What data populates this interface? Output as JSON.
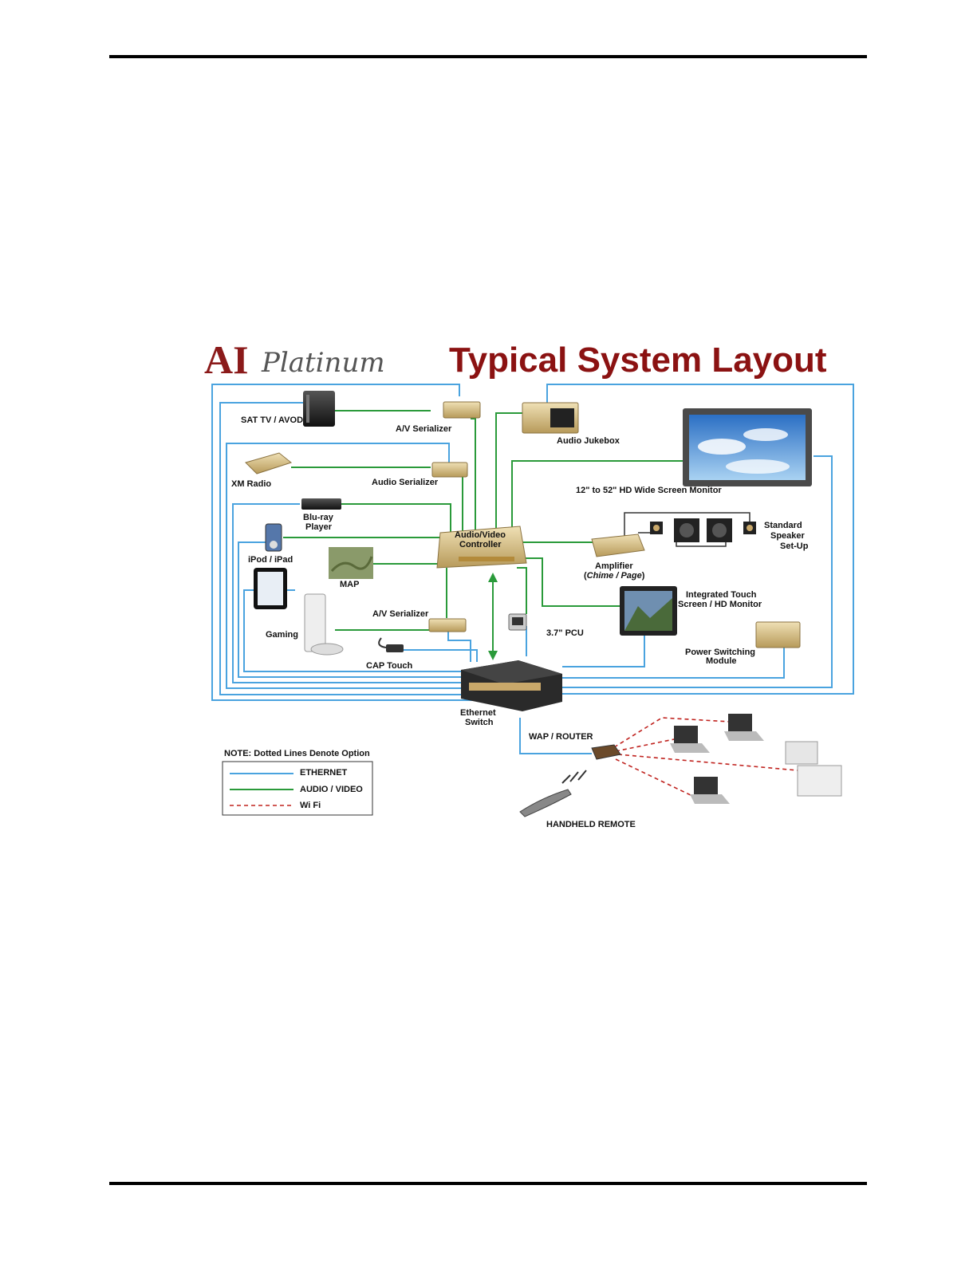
{
  "diagram": {
    "brand": "AI",
    "brand_script": "Platinum",
    "title": "Typical System Layout",
    "devices": {
      "sat_tv": "SAT TV / AVOD",
      "av_serializer_top": "A/V Serializer",
      "audio_jukebox": "Audio Jukebox",
      "xm_radio": "XM Radio",
      "audio_serializer": "Audio Serializer",
      "monitor": "12\" to 52\" HD Wide Screen Monitor",
      "bluray_line1": "Blu-ray",
      "bluray_line2": "Player",
      "av_controller_line1": "Audio/Video",
      "av_controller_line2": "Controller",
      "speaker_line1": "Standard",
      "speaker_line2": "Speaker",
      "speaker_line3": "Set-Up",
      "ipod": "iPod / iPad",
      "map": "MAP",
      "amplifier": "Amplifier",
      "amplifier_sub_open": "(",
      "amplifier_sub": "Chime / Page",
      "amplifier_sub_close": ")",
      "touch_line1": "Integrated Touch",
      "touch_line2": "Screen / HD Monitor",
      "av_serializer_bottom": "A/V Serializer",
      "pcu": "3.7\" PCU",
      "gaming": "Gaming",
      "power_line1": "Power Switching",
      "power_line2": "Module",
      "cap_touch": "CAP Touch",
      "ethernet_line1": "Ethernet",
      "ethernet_line2": "Switch",
      "wap": "WAP / ROUTER",
      "remote": "HANDHELD REMOTE"
    },
    "legend": {
      "note": "NOTE: Dotted Lines Denote Option",
      "items": [
        "ETHERNET",
        "AUDIO / VIDEO",
        "Wi Fi"
      ]
    },
    "colors": {
      "ethernet": "#4aa3df",
      "audio_video": "#2a9a3a",
      "wifi": "#c0231f",
      "title": "#8b1212"
    }
  }
}
